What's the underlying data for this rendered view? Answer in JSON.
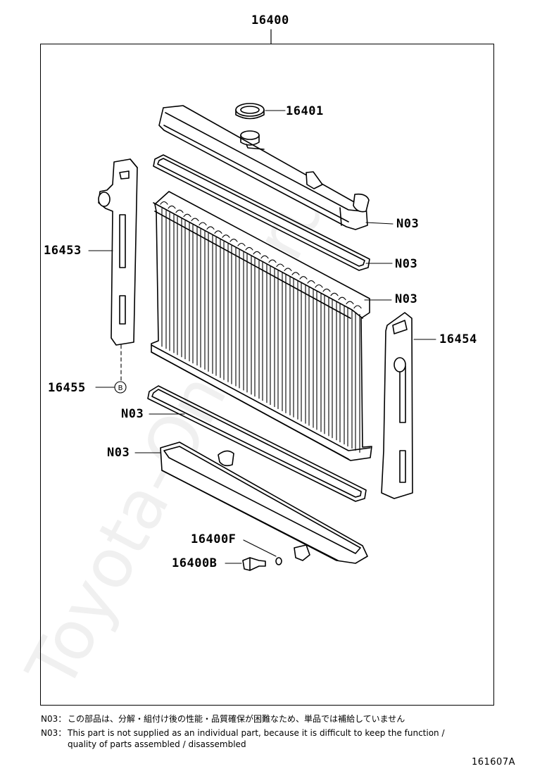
{
  "diagram": {
    "assembly_number": "16400",
    "callouts": [
      {
        "id": "cap",
        "text": "16401"
      },
      {
        "id": "gasket-top-tank",
        "text": "N03"
      },
      {
        "id": "gasket-top-seal",
        "text": "N03"
      },
      {
        "id": "core-top",
        "text": "N03"
      },
      {
        "id": "support-left",
        "text": "16453"
      },
      {
        "id": "support-right",
        "text": "16454"
      },
      {
        "id": "bolt-b",
        "text": "16455"
      },
      {
        "id": "gasket-bottom",
        "text": "N03"
      },
      {
        "id": "bottom-tank",
        "text": "N03"
      },
      {
        "id": "drain-gasket",
        "text": "16400F"
      },
      {
        "id": "drain-plug",
        "text": "16400B"
      }
    ],
    "bolt_marker": "B",
    "watermark": "Toyota-Online.ru"
  },
  "notes": [
    {
      "code": "N03：",
      "text": "この部品は、分解・組付け後の性能・品質確保が困難なため、単品では補給していません"
    },
    {
      "code": "N03：",
      "text": "This part is not supplied as an individual part, because it is difficult to keep the function /"
    },
    {
      "code": "",
      "text": "quality of parts assembled / disassembled"
    }
  ],
  "figure_id": "161607A"
}
